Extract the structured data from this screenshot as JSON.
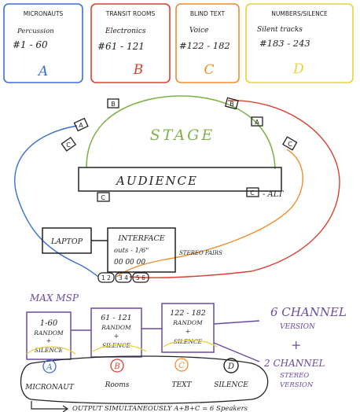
{
  "colors": {
    "blue": "#3a6fcf",
    "red": "#d8412f",
    "orange": "#ef8d2c",
    "yellow": "#e6d33a",
    "green": "#7fb34a",
    "purple": "#6b4aa0",
    "ink": "#222222"
  },
  "boxes": [
    {
      "title": "MICRONAUTS",
      "line1": "Percussion",
      "line2": "#1 - 60",
      "letter": "A"
    },
    {
      "title": "TRANSIT ROOMS",
      "line1": "Electronics",
      "line2": "#61 - 121",
      "letter": "B"
    },
    {
      "title": "BLIND TEXT",
      "line1": "Voice",
      "line2": "#122 - 182",
      "letter": "C"
    },
    {
      "title": "NUMBERS/SILENCE",
      "line1": "Silent tracks",
      "line2": "#183 - 243",
      "letter": "D"
    }
  ],
  "stage": {
    "label": "STAGE",
    "audience": "AUDIENCE",
    "alt": "- ALT",
    "speakers": [
      "B",
      "B",
      "A",
      "A",
      "C",
      "C",
      "C",
      "C"
    ]
  },
  "hardware": {
    "laptop": "LAPTOP",
    "interface": "INTERFACE",
    "outs": "outs - 1/6\"",
    "pairs_dots": "00 00 00",
    "stereo_pairs": "STEREO PAIRS",
    "ports": [
      "1 2",
      "3 4",
      "5 6"
    ],
    "max_msp": "MAX MSP"
  },
  "channels": [
    {
      "range": "1-60",
      "mode1": "RANDOM",
      "plus": "+",
      "mode2": "SILENCE"
    },
    {
      "range": "61 - 121",
      "mode1": "RANDOM",
      "plus": "+",
      "mode2": "SILENCE"
    },
    {
      "range": "122 - 182",
      "mode1": "RANDOM",
      "plus": "+",
      "mode2": "SILENCE"
    }
  ],
  "versions": {
    "six_a": "6 CHANNEL",
    "six_b": "VERSION",
    "plus": "+",
    "two_a": "2 CHANNEL",
    "two_b": "STEREO",
    "two_c": "VERSION"
  },
  "bottom_labels": [
    {
      "letter": "A",
      "name": "MICRONAUT"
    },
    {
      "letter": "B",
      "name": "Rooms"
    },
    {
      "letter": "C",
      "name": "TEXT"
    },
    {
      "letter": "D",
      "name": "SILENCE"
    }
  ],
  "output_note": "OUTPUT SIMULTANEOUSLY A+B+C = 6 Speakers"
}
